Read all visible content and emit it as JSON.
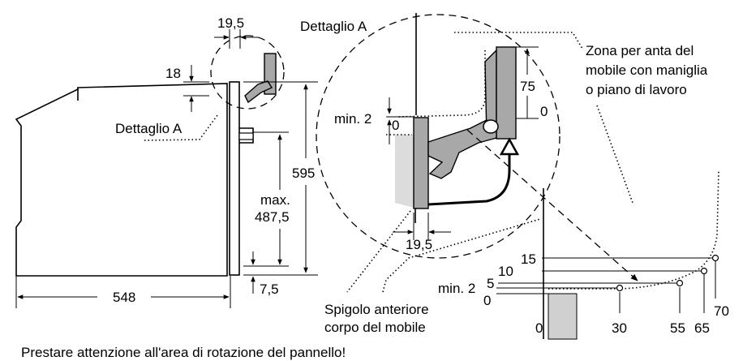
{
  "labels": {
    "detail_a_top": "Dettaglio A",
    "detail_a_side": "Dettaglio A",
    "zone_line1": "Zona per anta del",
    "zone_line2": "mobile con maniglia",
    "zone_line3": "o piano di lavoro",
    "edge_line1": "Spigolo anteriore",
    "edge_line2": "corpo del mobile",
    "footer": "Prestare attenzione all'area di rotazione del pannello!"
  },
  "dimensions": {
    "left_19_5": "19,5",
    "left_18": "18",
    "h_595": "595",
    "max_label": "max.",
    "max_value": "487,5",
    "bottom_7_5": "7,5",
    "width_548": "548",
    "detail_min2": "min. 2",
    "detail_0_left": "0",
    "detail_75": "75",
    "detail_0_right": "0",
    "detail_19_5": "19,5"
  },
  "graph": {
    "y_labels": [
      "15",
      "10",
      "5",
      "min. 2",
      "0"
    ],
    "x_labels": [
      "0",
      "30",
      "55",
      "65",
      "70"
    ]
  }
}
